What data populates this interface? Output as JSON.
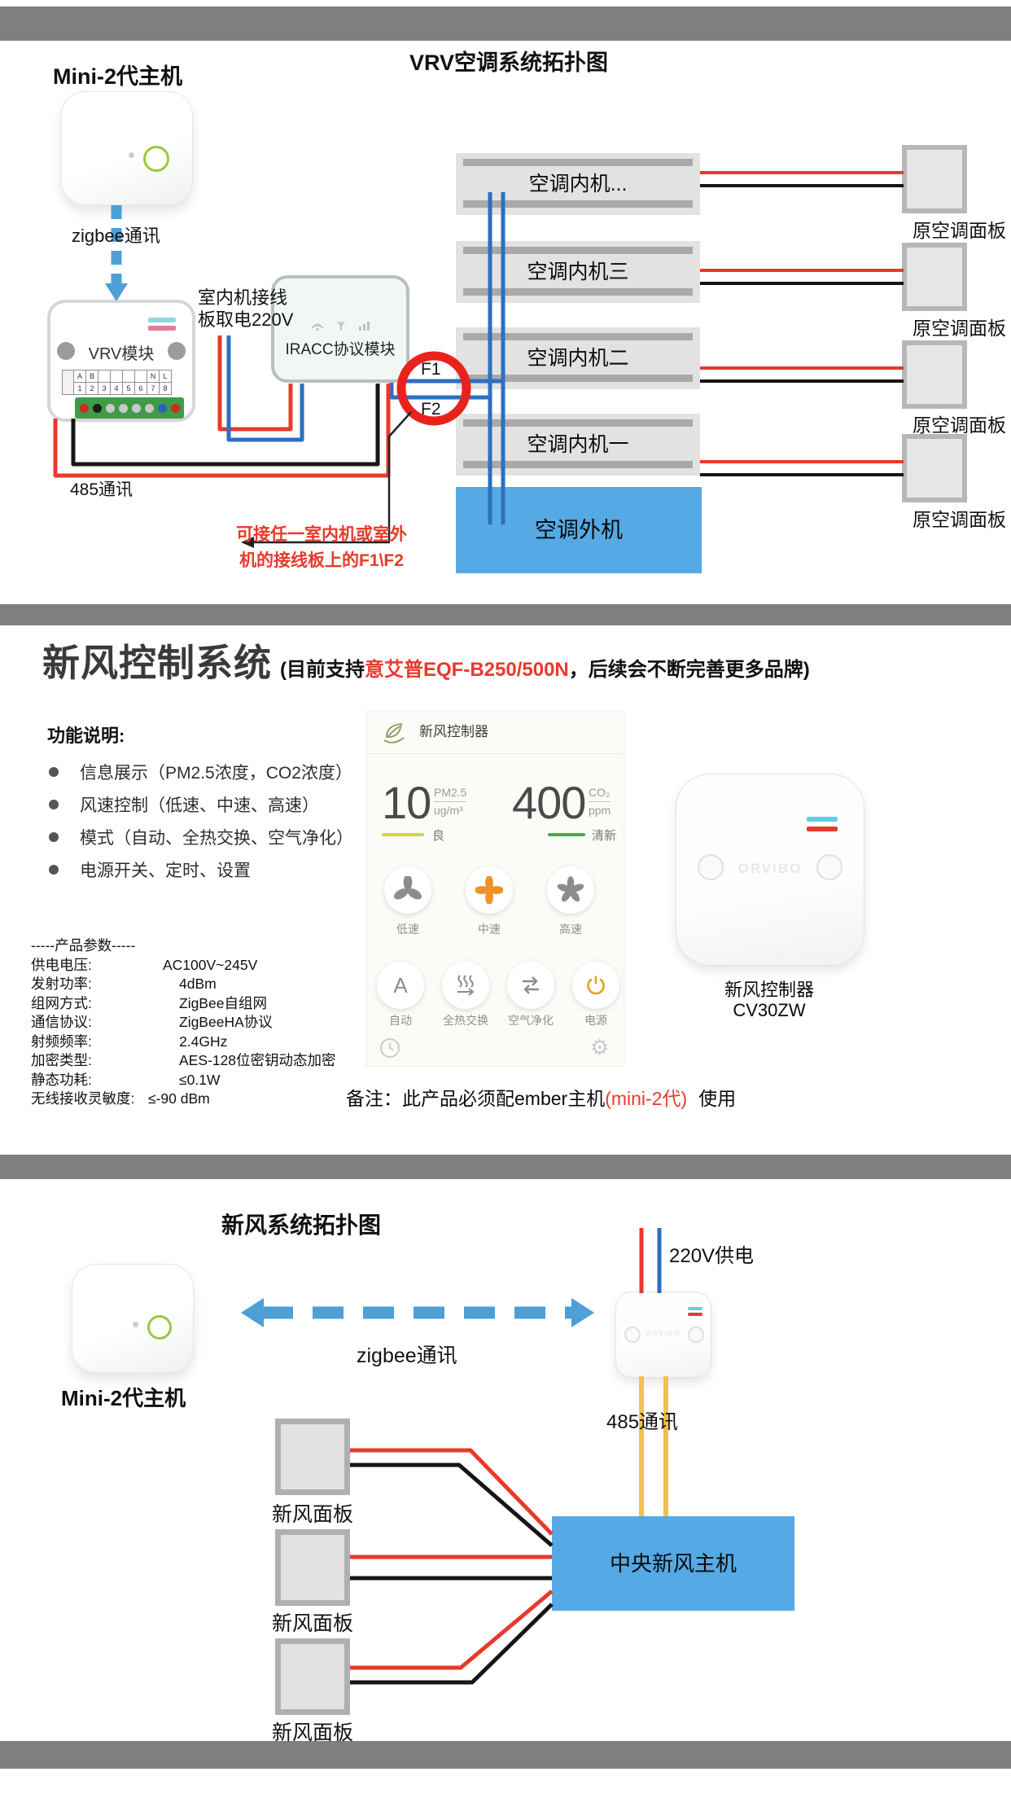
{
  "colors": {
    "divider_gray": "#7f7f7f",
    "accent_red": "#e8392b",
    "wire_blue": "#2e6fc0",
    "wire_black": "#161616",
    "wire_yellow": "#f0c24b",
    "zigbee_blue": "#4d9fd6",
    "box_blue": "#55a9e4",
    "terminal_green": "#3f9b47",
    "active_orange": "#ef9126",
    "status_good_yellow": "#ccd93c",
    "status_fresh_green": "#3fae4c"
  },
  "s1": {
    "title": "VRV空调系统拓扑图",
    "host_label": "Mini-2代主机",
    "zigbee_label": "zigbee通讯",
    "power_note_line1": "室内机接线",
    "power_note_line2": "板取电220V",
    "vrv_module": {
      "label": "VRV模块",
      "terminal_headers": [
        "A",
        "B",
        "",
        "",
        "",
        "",
        "N",
        "L"
      ],
      "terminal_numbers": [
        "1",
        "2",
        "3",
        "4",
        "5",
        "6",
        "7",
        "8"
      ]
    },
    "iracc_label": "IRACC协议模块",
    "f1_label": "F1",
    "f2_label": "F2",
    "comm_label": "485通讯",
    "note_line1": "可接任一室内机或室外",
    "note_line2": "机的接线板上的F1\\F2",
    "indoor_units": [
      "空调内机...",
      "空调内机三",
      "空调内机二",
      "空调内机一"
    ],
    "panel_labels": [
      "原空调面板",
      "原空调面板",
      "原空调面板",
      "原空调面板"
    ],
    "outdoor_unit_label": "空调外机"
  },
  "s2": {
    "title": "新风控制系统",
    "subtitle_prefix": "(目前支持",
    "subtitle_highlight": "意艾普EQF-B250/500N",
    "subtitle_suffix": "，后续会不断完善更多品牌)",
    "features_title": "功能说明:",
    "features": [
      "信息展示（PM2.5浓度，CO2浓度）",
      "风速控制（低速、中速、高速）",
      "模式（自动、全热交换、空气净化）",
      "电源开关、定时、设置"
    ],
    "params_title": "-----产品参数-----",
    "params": [
      {
        "label": "供电电压:",
        "value": "AC100V~245V"
      },
      {
        "label": "发射功率:",
        "value": "4dBm"
      },
      {
        "label": "组网方式:",
        "value": "ZigBee自组网"
      },
      {
        "label": "通信协议:",
        "value": "ZigBeeHA协议"
      },
      {
        "label": "射频频率:",
        "value": "2.4GHz"
      },
      {
        "label": "加密类型:",
        "value": "AES-128位密钥动态加密"
      },
      {
        "label": "静态功耗:",
        "value": "≤0.1W"
      },
      {
        "label": "无线接收灵敏度:",
        "value": "≤-90 dBm"
      }
    ],
    "app": {
      "title": "新风控制器",
      "pm25": {
        "value": "10",
        "unit_top": "PM2.5",
        "unit_bottom": "ug/m³",
        "status": "良"
      },
      "co2": {
        "value": "400",
        "unit_top": "CO₂",
        "unit_bottom": "ppm",
        "status": "清新"
      },
      "fan_buttons": [
        "低速",
        "中速",
        "高速"
      ],
      "mode_buttons": [
        "自动",
        "全热交换",
        "空气净化",
        "电源"
      ]
    },
    "device": {
      "logo": "ORVIBO",
      "name_line1": "新风控制器",
      "name_line2": "CV30ZW"
    },
    "remark_prefix": "备注：此产品必须配ember主机",
    "remark_highlight": "(mini-2代)",
    "remark_suffix": "使用"
  },
  "s3": {
    "title": "新风系统拓扑图",
    "power_label": "220V供电",
    "zigbee_label": "zigbee通讯",
    "host_label": "Mini-2代主机",
    "comm_label": "485通讯",
    "panel_labels": [
      "新风面板",
      "新风面板",
      "新风面板"
    ],
    "central_host_label": "中央新风主机",
    "device_logo": "ORVIBO"
  }
}
